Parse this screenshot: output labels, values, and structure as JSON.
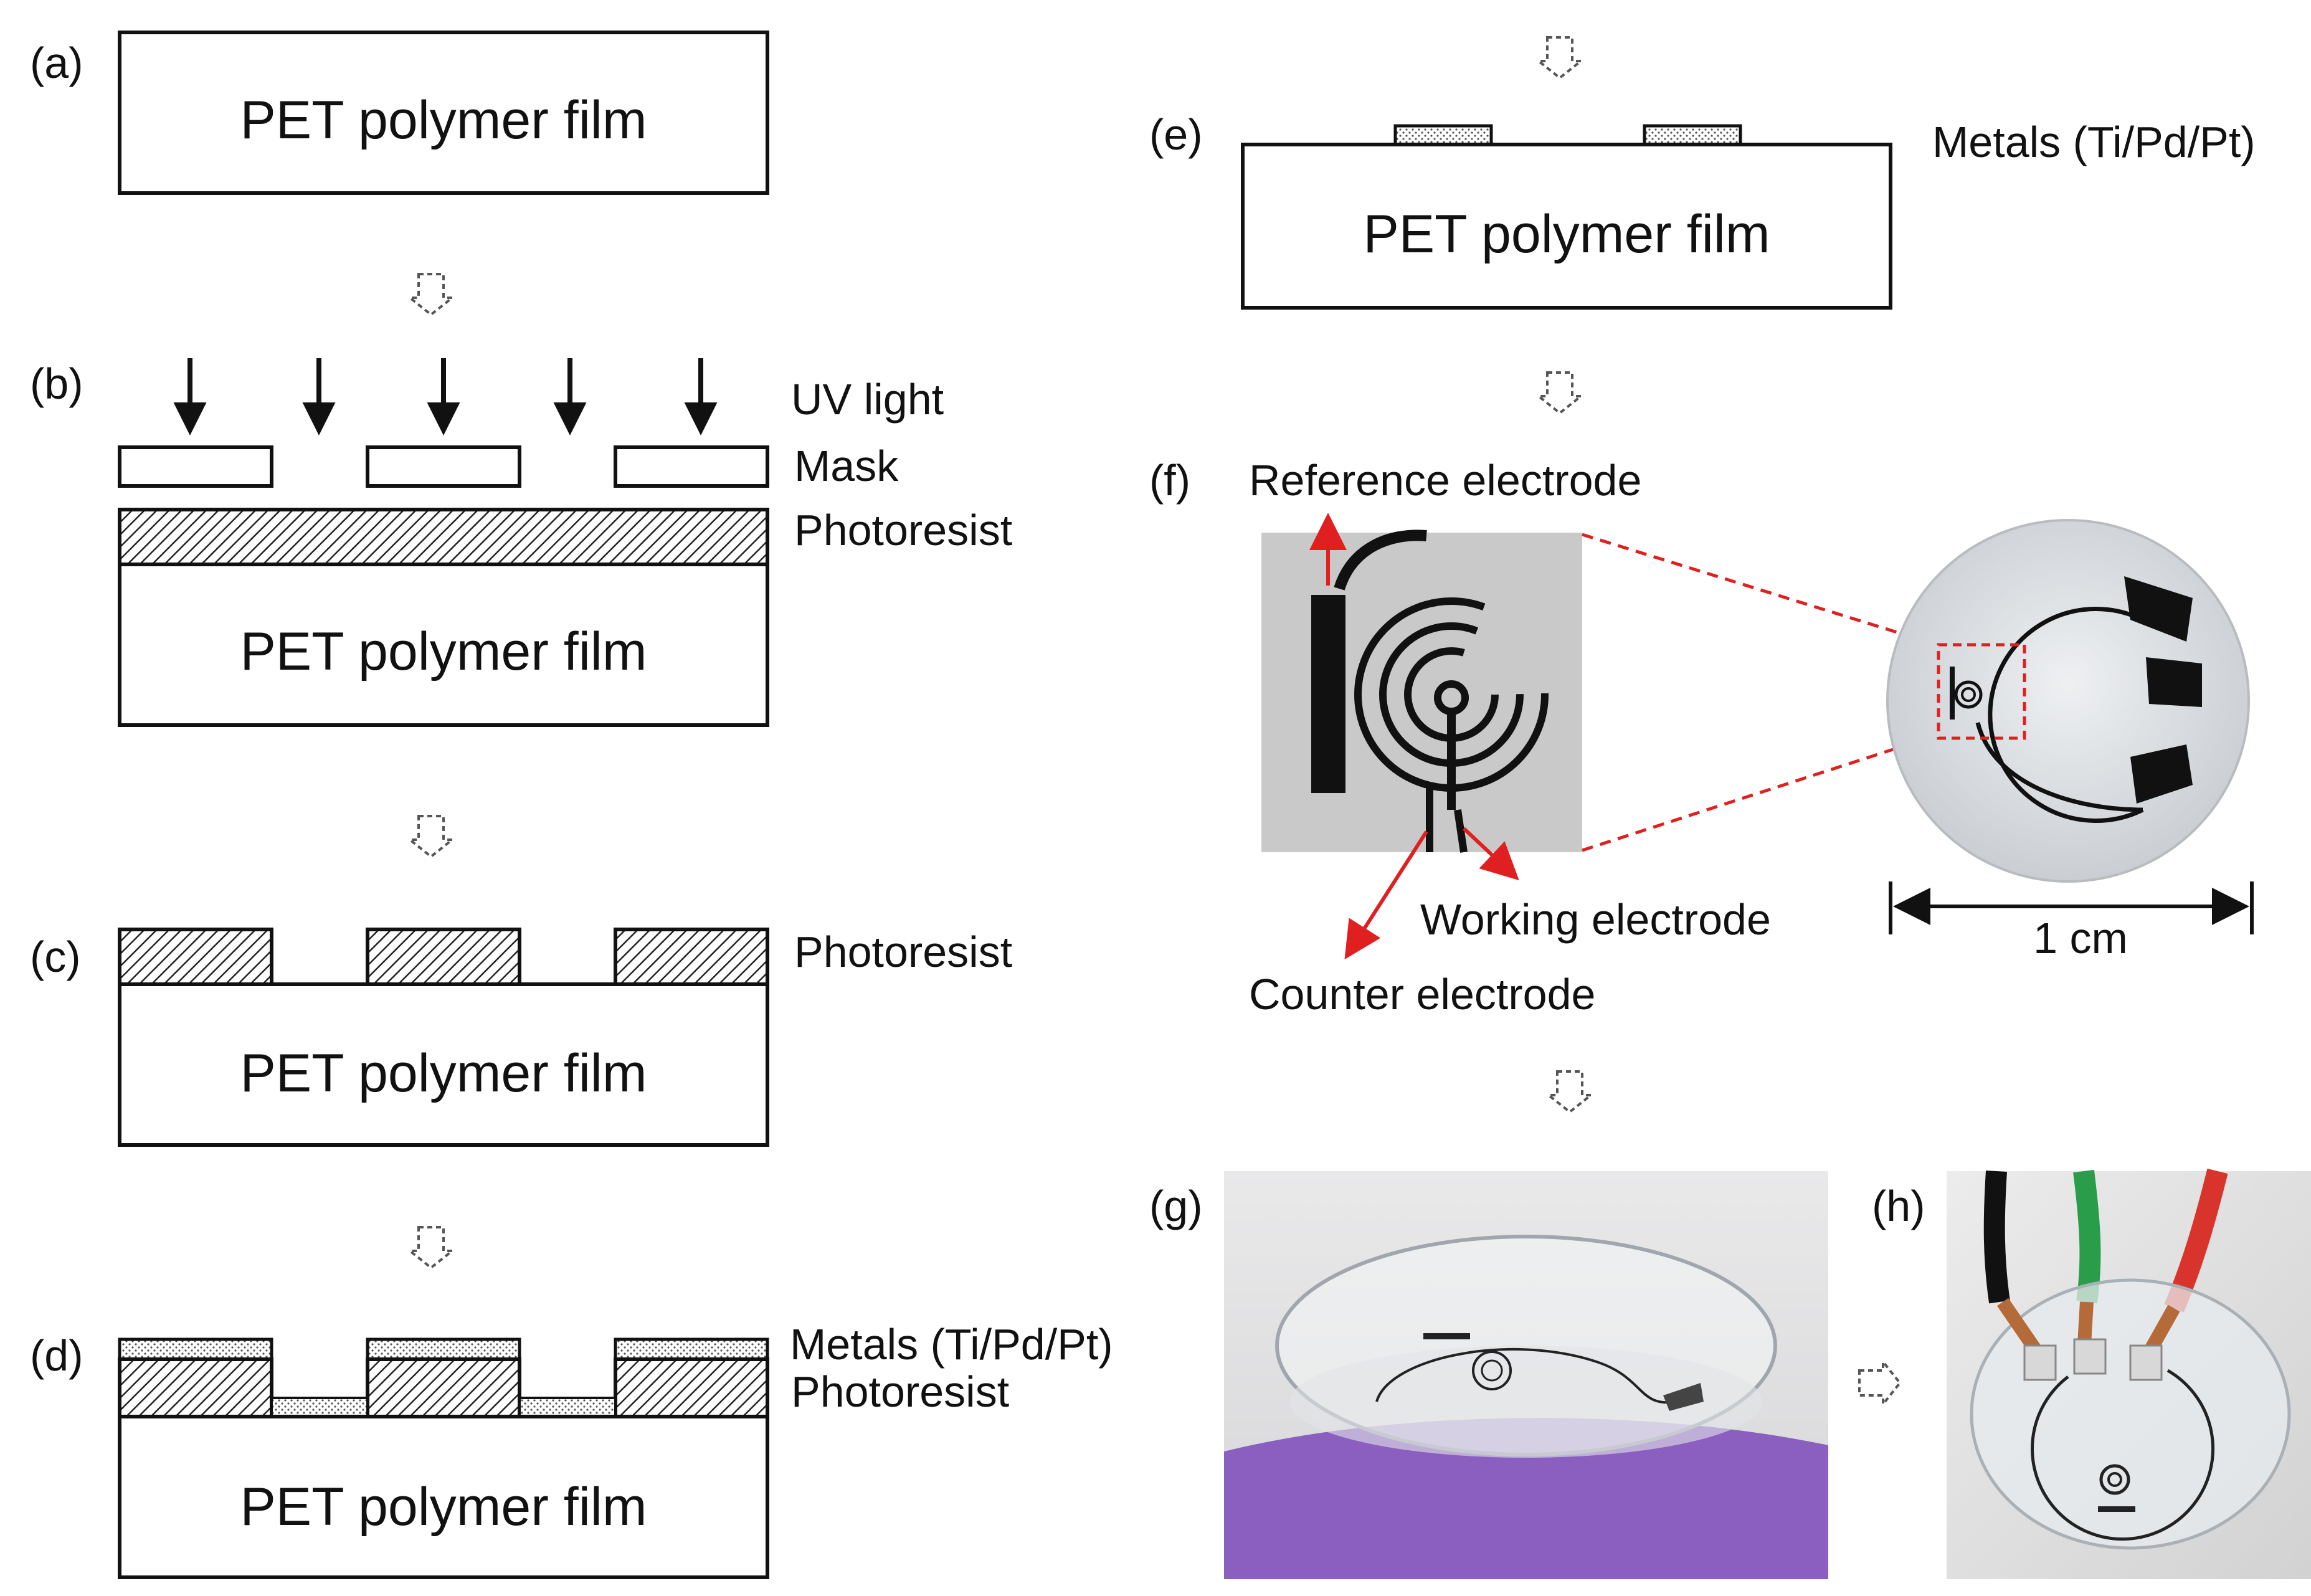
{
  "panels": {
    "a": {
      "label": "(a)",
      "film": "PET polymer film"
    },
    "b": {
      "label": "(b)",
      "uv": "UV light",
      "mask": "Mask",
      "photoresist": "Photoresist",
      "film": "PET polymer film"
    },
    "c": {
      "label": "(c)",
      "photoresist": "Photoresist",
      "film": "PET polymer film"
    },
    "d": {
      "label": "(d)",
      "metals": "Metals (Ti/Pd/Pt)",
      "photoresist": "Photoresist",
      "film": "PET polymer film"
    },
    "e": {
      "label": "(e)",
      "metals": "Metals (Ti/Pd/Pt)",
      "film": "PET polymer film"
    },
    "f": {
      "label": "(f)",
      "reference": "Reference electrode",
      "working": "Working electrode",
      "counter": "Counter electrode",
      "scale": "1 cm"
    },
    "g": {
      "label": "(g)"
    },
    "h": {
      "label": "(h)"
    }
  },
  "colors": {
    "annotation_red": "#e02020",
    "lens_background_purple": "#8a5fc0",
    "wire_red": "#d9342b",
    "wire_green": "#2a9d4a",
    "copper": "#b56a3a"
  }
}
